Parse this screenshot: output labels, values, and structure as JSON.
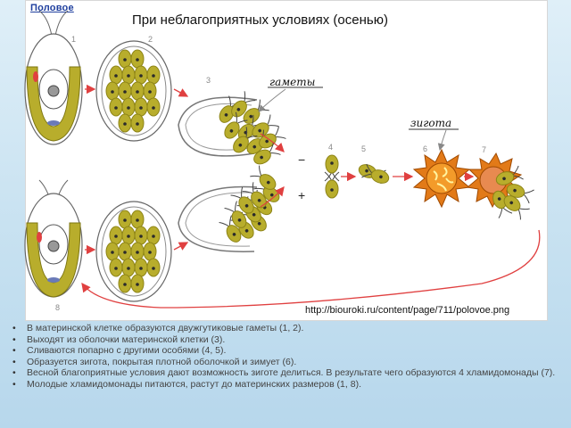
{
  "section_label": "Половое",
  "title": "При неблагоприятных условиях (осенью)",
  "stage_numbers": [
    "1",
    "2",
    "3",
    "4",
    "5",
    "6",
    "7",
    "8"
  ],
  "labels": {
    "gametes": "гаметы",
    "zygote": "зигота",
    "minus": "−",
    "plus": "+"
  },
  "source_url": "http://biouroki.ru/content/page/711/polovoe.png",
  "notes": [
    "В материнской клетке образуются двужгутиковые гаметы (1, 2).",
    "Выходят из оболочки материнской клетки (3).",
    "Сливаются попарно с другими особями (4, 5).",
    "Образуется зигота, покрытая плотной оболочкой и зимует (6).",
    "Весной благоприятные условия дают возможность зиготе делиться. В результате чего образуются 4 хламидомонады (7).",
    "Молодые хламидомонады питаются, растут до материнских размеров (1, 8)."
  ],
  "colors": {
    "cell": "#b8ad2c",
    "cell_dark": "#8d8417",
    "arrow": "#e04040",
    "zygote": "#e27a18",
    "background": "#c5e0f0"
  }
}
